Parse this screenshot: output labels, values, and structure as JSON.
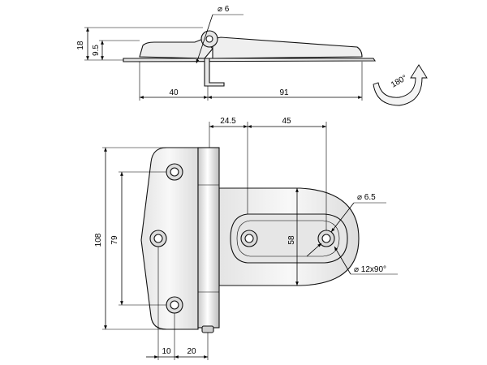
{
  "drawing": {
    "top_view": {
      "dim_height_total": "18",
      "dim_height_upper": "9.5",
      "dim_pin_diameter": "⌀ 6",
      "dim_left_length": "40",
      "dim_right_length": "91"
    },
    "rotation": {
      "label": "180°"
    },
    "front_view": {
      "dim_offset": "24.5",
      "dim_slot_length": "45",
      "dim_overall_height": "108",
      "dim_hole_spacing": "79",
      "dim_leaf_height": "58",
      "dim_hole_dia": "⌀ 6.5",
      "dim_countersink": "⌀ 12x90°",
      "dim_bottom_small": "10",
      "dim_bottom_large": "20"
    }
  },
  "colors": {
    "line": "#000000",
    "part_fill": "#f2f2f2",
    "part_shade": "#d8d8d8",
    "background": "#ffffff"
  }
}
